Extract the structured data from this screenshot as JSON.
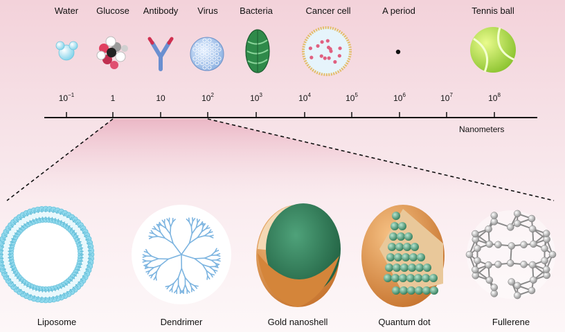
{
  "scale_items": [
    {
      "label": "Water",
      "icon": "water-droplet-icon"
    },
    {
      "label": "Glucose",
      "icon": "glucose-molecule-icon"
    },
    {
      "label": "Antibody",
      "icon": "antibody-icon"
    },
    {
      "label": "Virus",
      "icon": "virus-icon"
    },
    {
      "label": "Bacteria",
      "icon": "bacteria-icon"
    },
    {
      "label": "Cancer cell",
      "icon": "cancer-cell-icon"
    },
    {
      "label": "A period",
      "icon": "period-dot-icon"
    },
    {
      "label": "Tennis ball",
      "icon": "tennis-ball-icon"
    }
  ],
  "axis": {
    "unit_label": "Nanometers",
    "ticks": [
      {
        "base": "10",
        "exp": "−1"
      },
      {
        "base": "1",
        "exp": ""
      },
      {
        "base": "10",
        "exp": ""
      },
      {
        "base": "10",
        "exp": "2"
      },
      {
        "base": "10",
        "exp": "3"
      },
      {
        "base": "10",
        "exp": "4"
      },
      {
        "base": "10",
        "exp": "5"
      },
      {
        "base": "10",
        "exp": "6"
      },
      {
        "base": "10",
        "exp": "7"
      },
      {
        "base": "10",
        "exp": "8"
      }
    ]
  },
  "nanoparticles": [
    {
      "label": "Liposome",
      "icon": "liposome-icon"
    },
    {
      "label": "Dendrimer",
      "icon": "dendrimer-icon"
    },
    {
      "label": "Gold nanoshell",
      "icon": "gold-nanoshell-icon"
    },
    {
      "label": "Quantum dot",
      "icon": "quantum-dot-icon"
    },
    {
      "label": "Fullerene",
      "icon": "fullerene-icon"
    }
  ],
  "colors": {
    "water": "#a8e4f0",
    "virus": "#9fc0ea",
    "bacteria": "#2f8a4a",
    "cancer_cell_rim": "#e8c070",
    "tennis_ball": "#b6e04a",
    "liposome": "#8fd8ec",
    "dendrimer": "#7cb4e0",
    "shell": "#e69a48",
    "core": "#2f7a55"
  }
}
